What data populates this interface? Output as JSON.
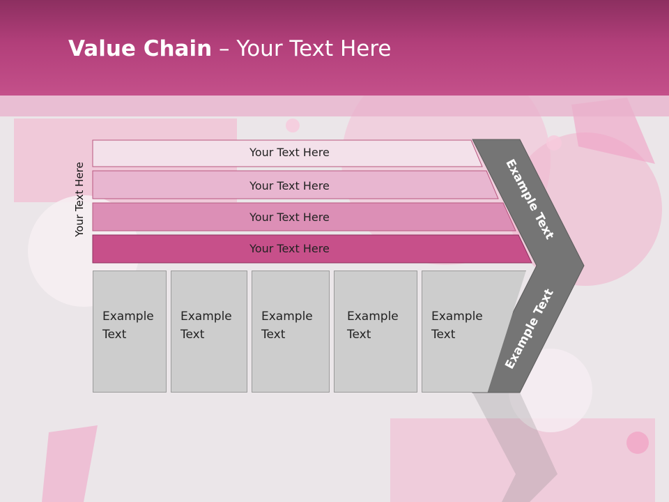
{
  "header": {
    "title_bold": "Value Chain",
    "title_rest": " – Your Text Here"
  },
  "side_label": "Your Text Here",
  "bars": [
    {
      "label": "Your Text Here",
      "color": "#f3e1ea"
    },
    {
      "label": "Your Text Here",
      "color": "#e8b6d0"
    },
    {
      "label": "Your Text Here",
      "color": "#dc8fb6"
    },
    {
      "label": "Your Text Here",
      "color": "#c7508a"
    }
  ],
  "boxes": [
    {
      "line1": "Example",
      "line2": "Text"
    },
    {
      "line1": "Example",
      "line2": "Text"
    },
    {
      "line1": "Example",
      "line2": "Text"
    },
    {
      "line1": "Example",
      "line2": "Text"
    },
    {
      "line1": "Example",
      "line2": "Text"
    }
  ],
  "chevron": {
    "upper_label": "Example Text",
    "lower_label": "Example Text",
    "color": "#757575"
  },
  "theme": {
    "header": "#b23f7a",
    "accent": "#c7508a"
  }
}
